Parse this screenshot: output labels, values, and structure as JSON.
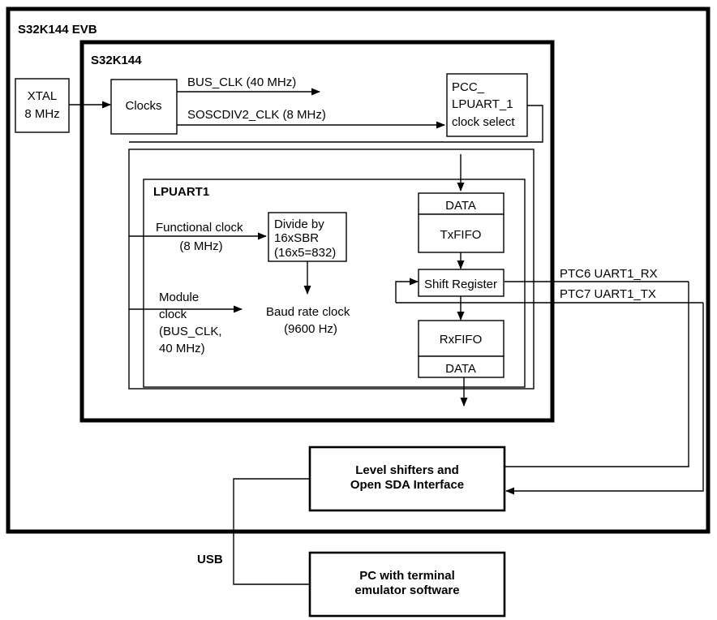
{
  "diagram": {
    "title_evb": "S32K144 EVB",
    "title_mcu": "S32K144",
    "title_lpuart": "LPUART1",
    "boxes": {
      "xtal_l1": "XTAL",
      "xtal_l2": "8 MHz",
      "clocks": "Clocks",
      "pcc_l1": "PCC_",
      "pcc_l2": "LPUART_1",
      "pcc_l3": "clock select",
      "divide_l1": "Divide by",
      "divide_l2": "16xSBR",
      "divide_l3": "(16x5=832)",
      "data_tx": "DATA",
      "txfifo": "TxFIFO",
      "shift_register": "Shift Register",
      "rxfifo": "RxFIFO",
      "data_rx": "DATA",
      "level_shifters_l1": "Level shifters and",
      "level_shifters_l2": "Open SDA Interface",
      "pc_l1": "PC with terminal",
      "pc_l2": "emulator software"
    },
    "labels": {
      "bus_clk": "BUS_CLK (40 MHz)",
      "soscdiv2_clk": "SOSCDIV2_CLK (8 MHz)",
      "functional_clock_l1": "Functional clock",
      "functional_clock_l2": "(8 MHz)",
      "module_clock_l1": "Module",
      "module_clock_l2": "clock",
      "module_clock_l3": "(BUS_CLK,",
      "module_clock_l4": "40 MHz)",
      "baud_rate_l1": "Baud rate clock",
      "baud_rate_l2": "(9600 Hz)",
      "ptc6": "PTC6 UART1_RX",
      "ptc7": "PTC7 UART1_TX",
      "usb": "USB"
    },
    "colors": {
      "stroke": "#000000",
      "background": "#ffffff"
    }
  }
}
